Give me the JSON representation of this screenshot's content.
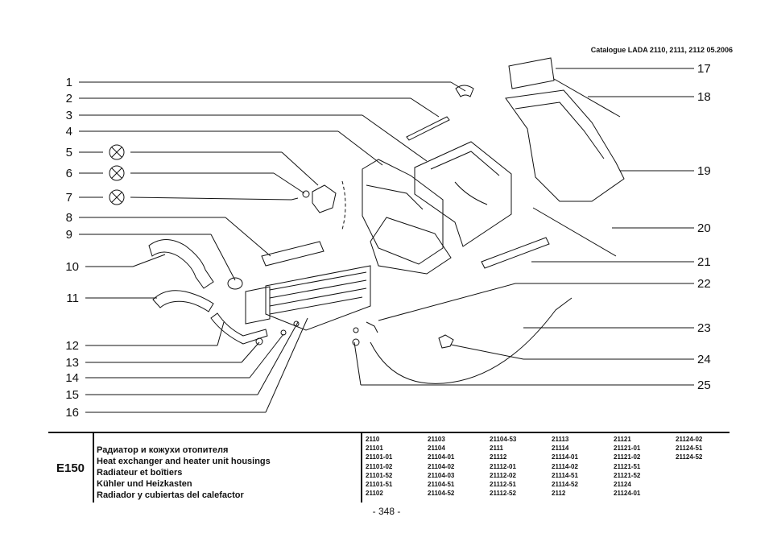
{
  "header": {
    "catalogue": "Catalogue LADA 2110, 2111, 2112  05.2006"
  },
  "callouts_left": [
    "1",
    "2",
    "3",
    "4",
    "5",
    "6",
    "7",
    "8",
    "9",
    "10",
    "11",
    "12",
    "13",
    "14",
    "15",
    "16"
  ],
  "callouts_right": [
    "17",
    "18",
    "19",
    "20",
    "21",
    "22",
    "23",
    "24",
    "25"
  ],
  "footer": {
    "code": "E150",
    "titles": [
      "Радиатор и кожухи отопителя",
      "Heat exchanger and heater unit housings",
      "Radiateur et boîtiers",
      "Kühler und Heizkasten",
      "Radiador y cubiertas del calefactor"
    ],
    "models": [
      [
        "2110",
        "21101",
        "21101-01",
        "21101-02",
        "21101-52",
        "21101-51",
        "21102"
      ],
      [
        "21103",
        "21104",
        "21104-01",
        "21104-02",
        "21104-03",
        "21104-51",
        "21104-52"
      ],
      [
        "21104-53",
        "2111",
        "21112",
        "21112-01",
        "21112-02",
        "21112-51",
        "21112-52"
      ],
      [
        "21113",
        "21114",
        "21114-01",
        "21114-02",
        "21114-51",
        "21114-52",
        "2112"
      ],
      [
        "21121",
        "21121-01",
        "21121-02",
        "21121-51",
        "21121-52",
        "21124",
        "21124-01"
      ],
      [
        "21124-02",
        "21124-51",
        "21124-52"
      ]
    ],
    "page": "- 348 -"
  }
}
